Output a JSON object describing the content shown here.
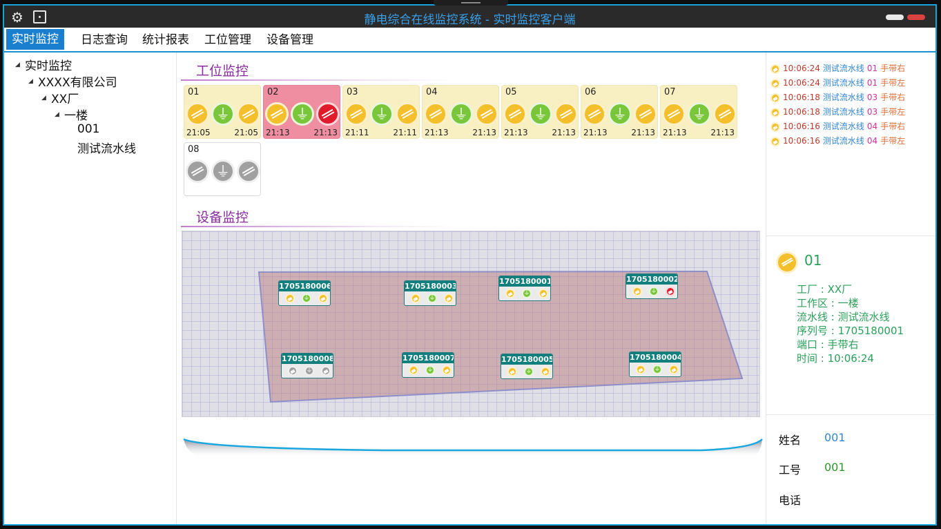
{
  "window": {
    "title": "静电综合在线监控系统 - 实时监控客户端",
    "accent_color": "#17a3d8",
    "title_color": "#3aa0ea",
    "icons": [
      "gear-icon",
      "dice-icon"
    ]
  },
  "menu": {
    "items": [
      {
        "label": "实时监控",
        "active": true
      },
      {
        "label": "日志查询",
        "active": false
      },
      {
        "label": "统计报表",
        "active": false
      },
      {
        "label": "工位管理",
        "active": false
      },
      {
        "label": "设备管理",
        "active": false
      }
    ]
  },
  "tree": {
    "items": [
      {
        "label": "实时监控",
        "level": 0,
        "expanded": true
      },
      {
        "label": "XXXX有限公司",
        "level": 1,
        "expanded": true
      },
      {
        "label": "XX厂",
        "level": 2,
        "expanded": true
      },
      {
        "label": "一楼",
        "level": 3,
        "expanded": true
      },
      {
        "label": "001",
        "level": 4,
        "expanded": false
      },
      {
        "label": "测试流水线",
        "level": 4,
        "expanded": false
      }
    ]
  },
  "stations_section": {
    "title": "工位监控"
  },
  "stations": [
    {
      "num": "01",
      "status": "normal",
      "icons": [
        "wrist",
        "ground",
        "wrist"
      ],
      "time_left": "21:05",
      "time_right": "21:05"
    },
    {
      "num": "02",
      "status": "alarm",
      "icons": [
        "wrist",
        "ground",
        "alarm"
      ],
      "time_left": "21:13",
      "time_right": "21:13"
    },
    {
      "num": "03",
      "status": "normal",
      "icons": [
        "wrist",
        "ground",
        "wrist"
      ],
      "time_left": "21:11",
      "time_right": "21:11"
    },
    {
      "num": "04",
      "status": "normal",
      "icons": [
        "wrist",
        "ground",
        "wrist"
      ],
      "time_left": "21:13",
      "time_right": "21:13"
    },
    {
      "num": "05",
      "status": "normal",
      "icons": [
        "wrist",
        "ground",
        "wrist"
      ],
      "time_left": "21:13",
      "time_right": "21:13"
    },
    {
      "num": "06",
      "status": "normal",
      "icons": [
        "wrist",
        "ground",
        "wrist"
      ],
      "time_left": "21:13",
      "time_right": "21:13"
    },
    {
      "num": "07",
      "status": "normal",
      "icons": [
        "wrist",
        "ground",
        "wrist"
      ],
      "time_left": "21:13",
      "time_right": "21:13"
    },
    {
      "num": "08",
      "status": "offline",
      "icons": [
        "gray-wrist",
        "gray-ground",
        "gray-wrist"
      ],
      "time_left": "",
      "time_right": ""
    }
  ],
  "devices_section": {
    "title": "设备监控"
  },
  "devices": [
    {
      "id": "1705180006",
      "icons": [
        "wrist",
        "ground",
        "wrist"
      ]
    },
    {
      "id": "1705180003",
      "icons": [
        "wrist",
        "ground",
        "wrist"
      ]
    },
    {
      "id": "1705180001",
      "icons": [
        "wrist",
        "ground",
        "wrist"
      ]
    },
    {
      "id": "1705180002",
      "icons": [
        "wrist",
        "ground",
        "alarm"
      ]
    },
    {
      "id": "1705180008",
      "icons": [
        "gray-wrist",
        "gray-ground",
        "gray-wrist"
      ]
    },
    {
      "id": "1705180007",
      "icons": [
        "wrist",
        "ground",
        "wrist"
      ]
    },
    {
      "id": "1705180005",
      "icons": [
        "wrist",
        "ground",
        "wrist"
      ]
    },
    {
      "id": "1705180004",
      "icons": [
        "wrist",
        "ground",
        "wrist"
      ]
    }
  ],
  "logs": [
    {
      "time": "10:06:24",
      "line": "测试流水线",
      "station": "01",
      "port": "手带右"
    },
    {
      "time": "10:06:24",
      "line": "测试流水线",
      "station": "01",
      "port": "手带左"
    },
    {
      "time": "10:06:18",
      "line": "测试流水线",
      "station": "03",
      "port": "手带右"
    },
    {
      "time": "10:06:18",
      "line": "测试流水线",
      "station": "03",
      "port": "手带左"
    },
    {
      "time": "10:06:16",
      "line": "测试流水线",
      "station": "04",
      "port": "手带右"
    },
    {
      "time": "10:06:16",
      "line": "测试流水线",
      "station": "04",
      "port": "手带左"
    }
  ],
  "detail": {
    "station": "01",
    "rows": [
      "工厂 : XX厂",
      "工作区 : 一楼",
      "流水线 : 测试流水线",
      "序列号 : 1705180001",
      "端口 : 手带右",
      "时间 : 10:06:24"
    ]
  },
  "person": {
    "name_label": "姓名",
    "name_value": "001",
    "id_label": "工号",
    "id_value": "001",
    "phone_label": "电话",
    "phone_value": ""
  }
}
